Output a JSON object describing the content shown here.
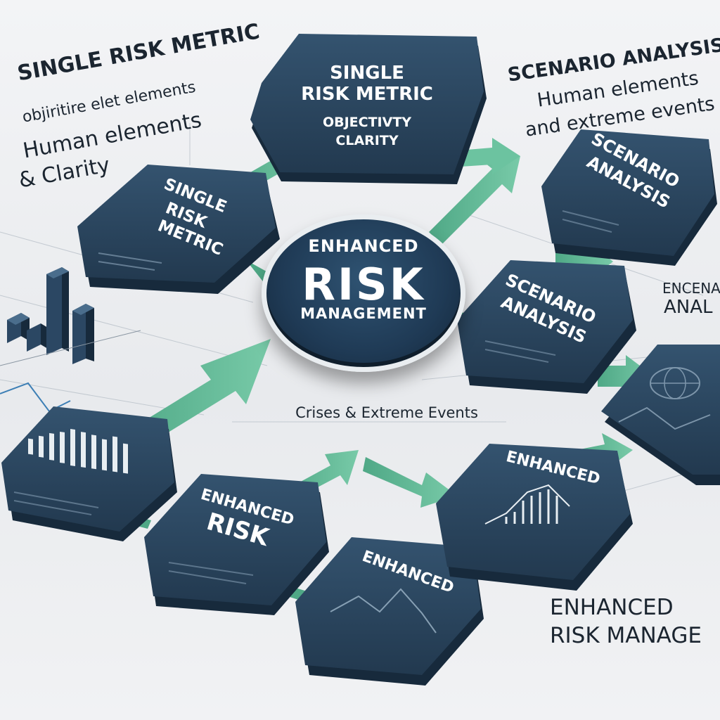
{
  "left_notes": {
    "heading": "SINGLE RISK METRIC",
    "bullets": [
      "objiritire elet elements",
      "Human elements",
      "& Clarity"
    ]
  },
  "right_notes": {
    "heading": "SCENARIO ANALYSIS",
    "bullets": [
      "Human elements",
      "and extreme events"
    ]
  },
  "right_fragment": [
    "ENCENA",
    "ANAL"
  ],
  "hub": {
    "line1": "ENHANCED",
    "line2": "RISK",
    "line3": "MANAGEMENT"
  },
  "cards": {
    "top": [
      "SINGLE",
      "RISK METRIC",
      "OBJECTIVTY",
      "CLARITY"
    ],
    "left": [
      "SINGLE",
      "RISK",
      "METRIC"
    ],
    "right_upper": [
      "SCENARIO",
      "ANALYSIS"
    ],
    "right_mid": [
      "SCENARIO",
      "ANALYSIS"
    ],
    "bottom_left": [
      "ENHANCED",
      "RISK"
    ],
    "bottom_center": [
      "ENHANCED"
    ],
    "bottom_right": [
      "ENHANCED"
    ]
  },
  "center_caption": "Crises & Extreme Events",
  "bottom_right_text": [
    "ENHANCED",
    "RISK MANAGE"
  ],
  "colors": {
    "card_face": "#2b4763",
    "card_side": "#172a3c",
    "arrow": "#5fb99a",
    "arrow_dark": "#3d8a70",
    "text_dark": "#1b2530",
    "background": "#eef0f2"
  }
}
